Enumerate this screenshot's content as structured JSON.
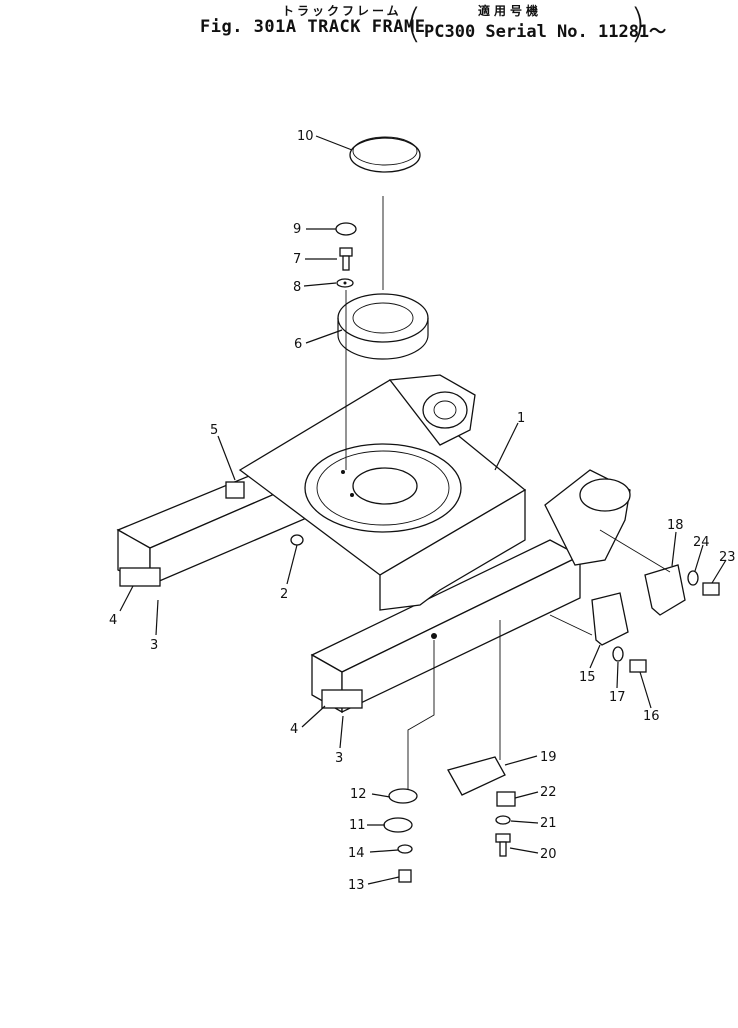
{
  "header": {
    "jp_title": "トラックフレーム",
    "jp_applicable": "適用号機",
    "figure_title": "Fig. 301A  TRACK  FRAME",
    "applicability": "PC300  Serial  No. 11281～"
  },
  "callouts": [
    {
      "id": "c1",
      "label": "1"
    },
    {
      "id": "c2",
      "label": "2"
    },
    {
      "id": "c3a",
      "label": "3"
    },
    {
      "id": "c3b",
      "label": "3"
    },
    {
      "id": "c4a",
      "label": "4"
    },
    {
      "id": "c4b",
      "label": "4"
    },
    {
      "id": "c5",
      "label": "5"
    },
    {
      "id": "c6",
      "label": "6"
    },
    {
      "id": "c7",
      "label": "7"
    },
    {
      "id": "c8",
      "label": "8"
    },
    {
      "id": "c9",
      "label": "9"
    },
    {
      "id": "c10",
      "label": "10"
    },
    {
      "id": "c11",
      "label": "11"
    },
    {
      "id": "c12",
      "label": "12"
    },
    {
      "id": "c13",
      "label": "13"
    },
    {
      "id": "c14",
      "label": "14"
    },
    {
      "id": "c15",
      "label": "15"
    },
    {
      "id": "c16",
      "label": "16"
    },
    {
      "id": "c17",
      "label": "17"
    },
    {
      "id": "c18",
      "label": "18"
    },
    {
      "id": "c19",
      "label": "19"
    },
    {
      "id": "c20",
      "label": "20"
    },
    {
      "id": "c21",
      "label": "21"
    },
    {
      "id": "c22",
      "label": "22"
    },
    {
      "id": "c23",
      "label": "23"
    },
    {
      "id": "c24",
      "label": "24"
    }
  ]
}
